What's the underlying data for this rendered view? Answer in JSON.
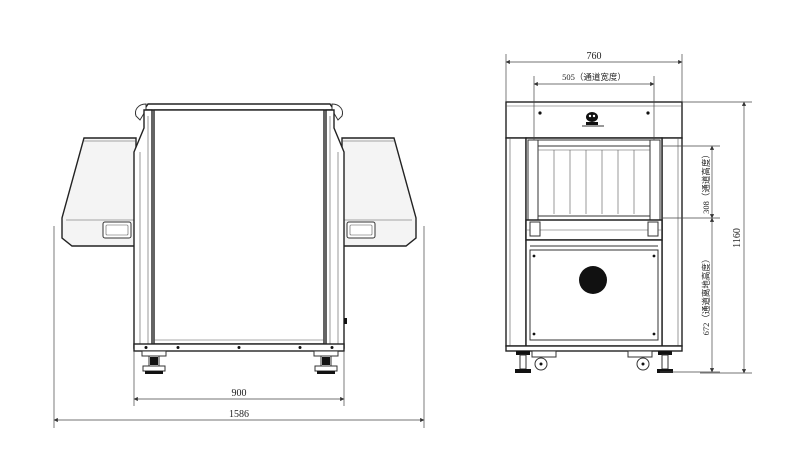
{
  "drawing": {
    "front_view": {
      "dims": {
        "base_width": "900",
        "overall_width": "1586"
      }
    },
    "side_view": {
      "dims": {
        "overall_width": "760",
        "tunnel_width": "505（通道宽度）",
        "tunnel_height": "308（通道高度）",
        "tunnel_floor_height": "672（通道离地高度）",
        "overall_height": "1160"
      }
    }
  }
}
